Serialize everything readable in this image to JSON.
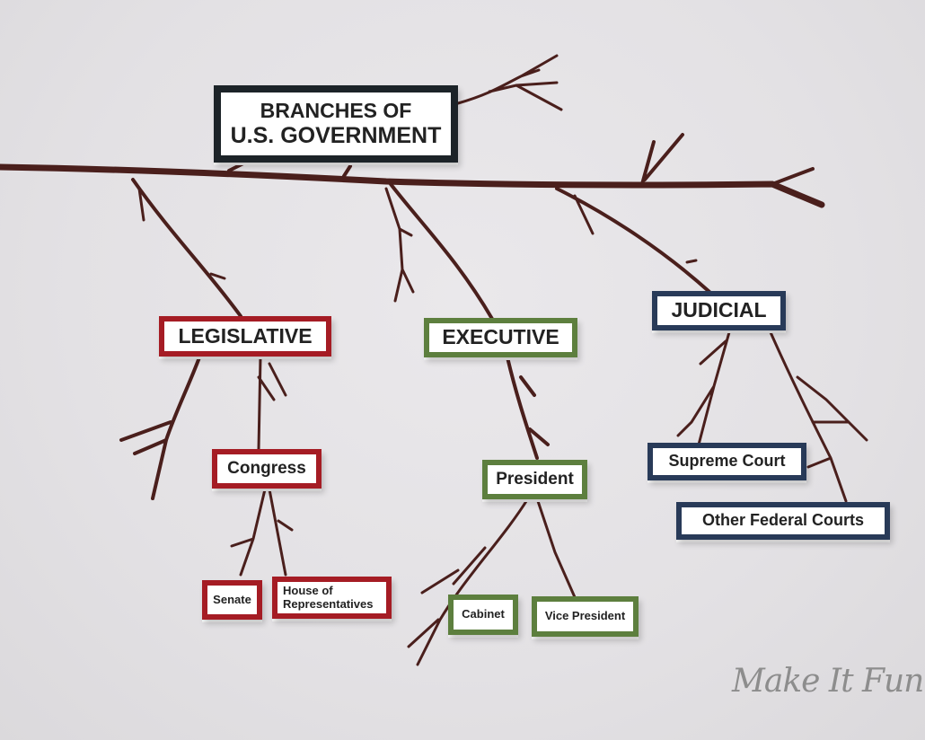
{
  "title": {
    "line1": "BRANCHES OF",
    "line2": "U.S. GOVERNMENT"
  },
  "branches": {
    "legislative": {
      "label": "LEGISLATIVE",
      "color": "#a51c24",
      "children": {
        "main": "Congress",
        "sub": [
          "Senate",
          "House of",
          "Representatives"
        ]
      }
    },
    "executive": {
      "label": "EXECUTIVE",
      "color": "#5d7f3e",
      "children": {
        "main": "President",
        "sub": [
          "Cabinet",
          "Vice President"
        ]
      }
    },
    "judicial": {
      "label": "JUDICIAL",
      "color": "#283a58",
      "children": [
        "Supreme Court",
        "Other Federal Courts"
      ]
    }
  },
  "colors": {
    "twig": "#4a1f1c",
    "background": "#e4e2e5",
    "title_border": "#1c2328"
  },
  "watermark": "Make It Fun"
}
